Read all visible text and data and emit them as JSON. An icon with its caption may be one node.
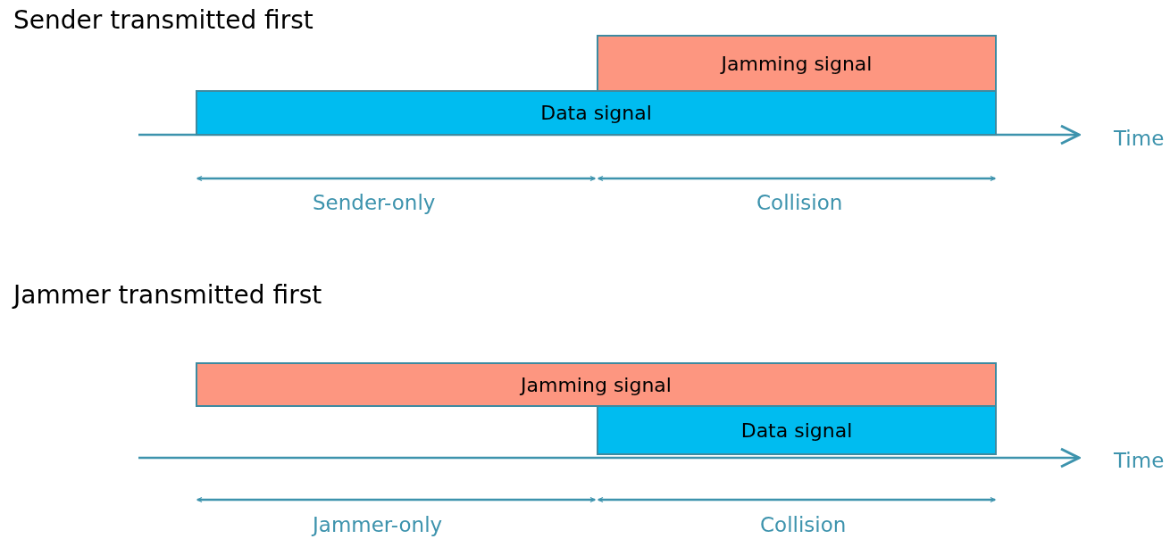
{
  "diagram": {
    "nodes": [
      {
        "text": [
          "Jamming signal"
        ]
      },
      {
        "text": [
          "Data signal"
        ]
      },
      {
        "text": [
          "Jamming signal"
        ]
      },
      {
        "text": [
          "Data signal"
        ]
      }
    ],
    "labels": [
      "Sender transmitted first",
      "Time",
      "Sender-only",
      "Collision",
      "Jammer transmitted first",
      "Time",
      "Jammer-only",
      "Collision"
    ]
  }
}
